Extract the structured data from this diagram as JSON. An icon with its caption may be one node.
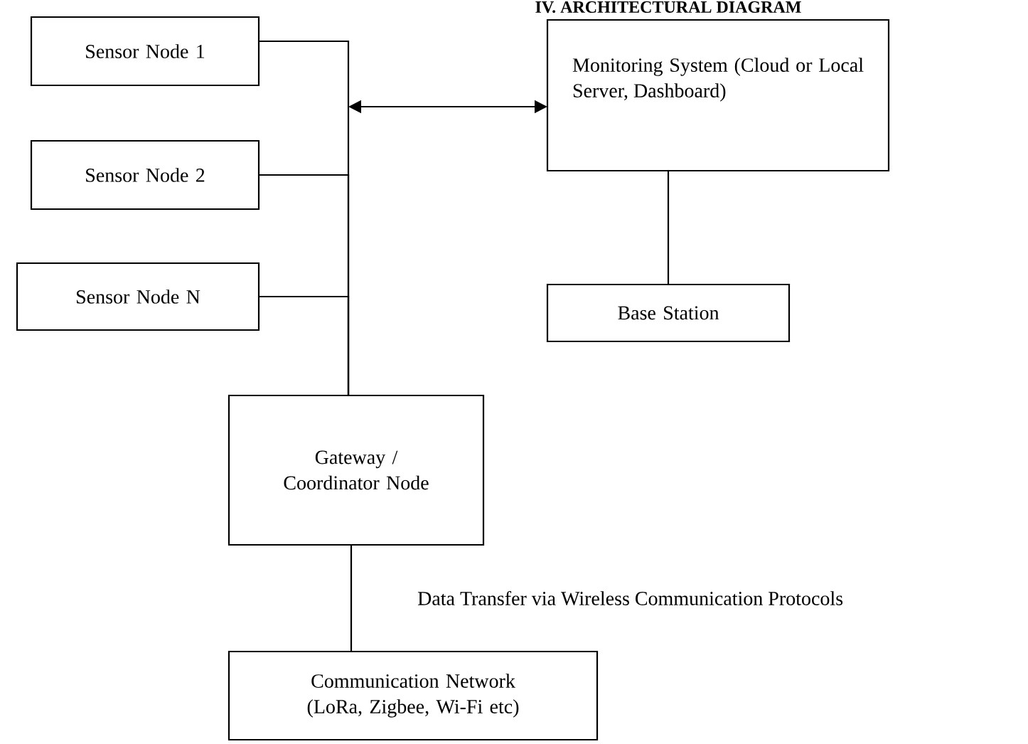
{
  "diagram": {
    "title": "IV. ARCHITECTURAL DIAGRAM",
    "nodes": [
      {
        "text": [
          "Sensor Node 1"
        ]
      },
      {
        "text": [
          "Sensor Node 2"
        ]
      },
      {
        "text": [
          "Sensor Node N"
        ]
      },
      {
        "text": [
          "Monitoring System (Cloud or Local Server, Dashboard)"
        ]
      },
      {
        "text": [
          "Base Station"
        ]
      },
      {
        "text": [
          "Gateway / Coordinator Node"
        ]
      },
      {
        "text": [
          "Communication Network (LoRa, Zigbee, Wi-Fi etc)"
        ]
      }
    ],
    "edges": [
      {
        "from": 0,
        "to": 5,
        "arrow": "none"
      },
      {
        "from": 1,
        "to": 5,
        "arrow": "none"
      },
      {
        "from": 2,
        "to": 5,
        "arrow": "none"
      },
      {
        "from": null,
        "to": 3,
        "arrow": "both"
      },
      {
        "from": 3,
        "to": 4,
        "arrow": "none"
      },
      {
        "from": 5,
        "to": 6,
        "arrow": "none",
        "label": "Data Transfer via Wireless Communication Protocols"
      }
    ]
  }
}
